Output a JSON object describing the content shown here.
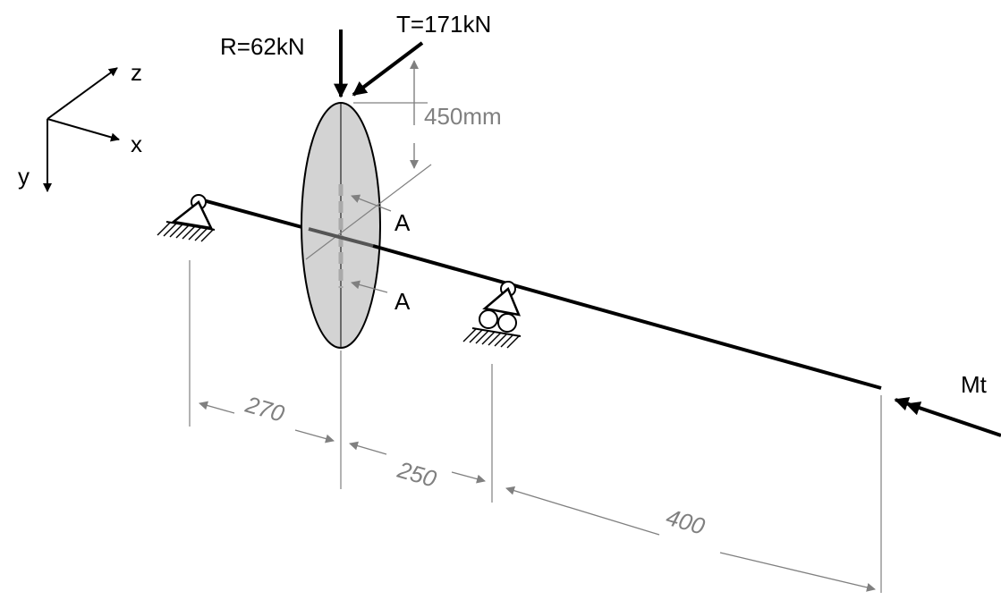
{
  "axes": {
    "z": "z",
    "x": "x",
    "y": "y"
  },
  "loads": {
    "radial": "R=62kN",
    "tangential": "T=171kN",
    "torque": "Mt"
  },
  "gear": {
    "radius_label": "450mm"
  },
  "section": {
    "top": "A",
    "bottom": "A"
  },
  "dimensions": {
    "d1": "270",
    "d2": "250",
    "d3": "400"
  },
  "colors": {
    "line": "#000000",
    "dimension": "#808080",
    "gear_fill": "#d3d3d3"
  }
}
